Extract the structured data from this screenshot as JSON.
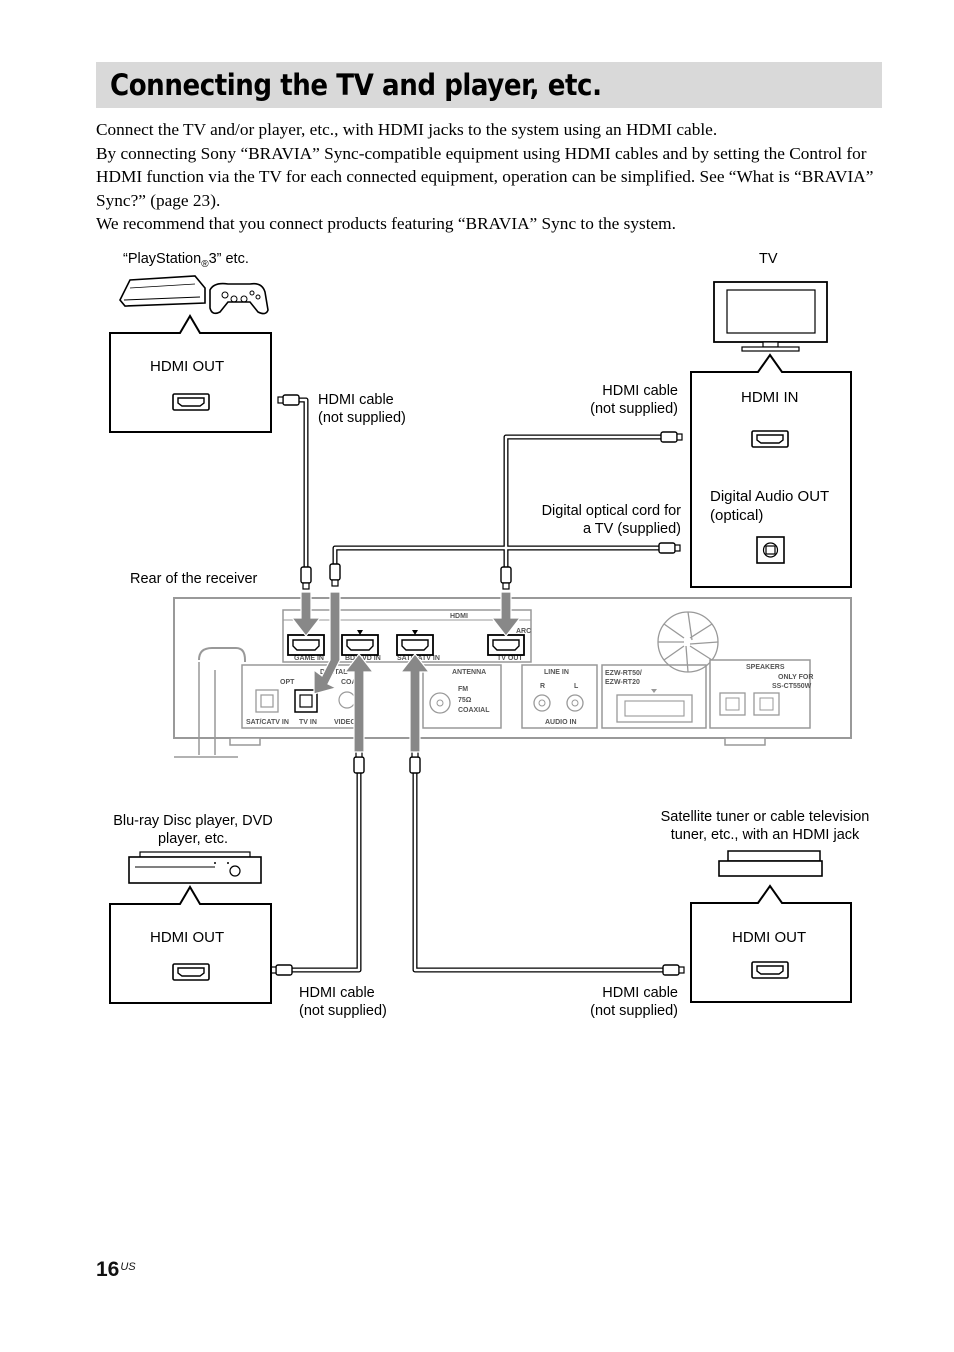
{
  "heading": "Connecting the TV and player, etc.",
  "intro": [
    "Connect the TV and/or player, etc., with HDMI jacks to the system using an HDMI cable.",
    "By connecting Sony “BRAVIA” Sync-compatible equipment using HDMI cables and by setting the Control for HDMI function via the TV for each connected equipment, operation can be simplified. See “What is “BRAVIA” Sync?” (page 23).",
    "We recommend that you connect products featuring “BRAVIA” Sync to the system."
  ],
  "labels": {
    "ps3_pre": "“PlayStation",
    "ps3_reg": "®",
    "ps3_post": "3” etc.",
    "tv": "TV",
    "hdmi_out": "HDMI OUT",
    "hdmi_in": "HDMI IN",
    "digital_audio_out": "Digital Audio OUT",
    "optical": "(optical)",
    "cable_line1": "HDMI cable",
    "cable_line2": "(not supplied)",
    "optical_cord_line1": "Digital optical cord for",
    "optical_cord_line2": "a TV (supplied)",
    "rear_receiver": "Rear of the receiver",
    "bluray_line1": "Blu-ray Disc player, DVD",
    "bluray_line2": "player, etc.",
    "sat_line1": "Satellite tuner or cable television",
    "sat_line2": "tuner, etc., with an HDMI jack"
  },
  "receiver": {
    "hdmi": "HDMI",
    "game_in": "GAME IN",
    "bd_in": "BD/DVD IN",
    "sat_in": "SAT/CATV IN",
    "tv_out": "TV OUT",
    "arc": "ARC",
    "digital": "DIGITAL",
    "opt": "OPT",
    "coax": "COAX",
    "sat_catv_in": "SAT/CATV IN",
    "tv_in": "TV IN",
    "video_in": "VIDEO IN",
    "antenna": "ANTENNA",
    "fm": "FM",
    "ohm": "75Ω",
    "coaxial": "COAXIAL",
    "line_in": "LINE IN",
    "r": "R",
    "l": "L",
    "audio_in": "AUDIO IN",
    "ezw1": "EZW-RT50/",
    "ezw2": "EZW-RT20",
    "speakers": "SPEAKERS",
    "only_for": "ONLY FOR",
    "model": "SS-CT550W"
  },
  "page": {
    "number": "16",
    "suffix": "US"
  }
}
